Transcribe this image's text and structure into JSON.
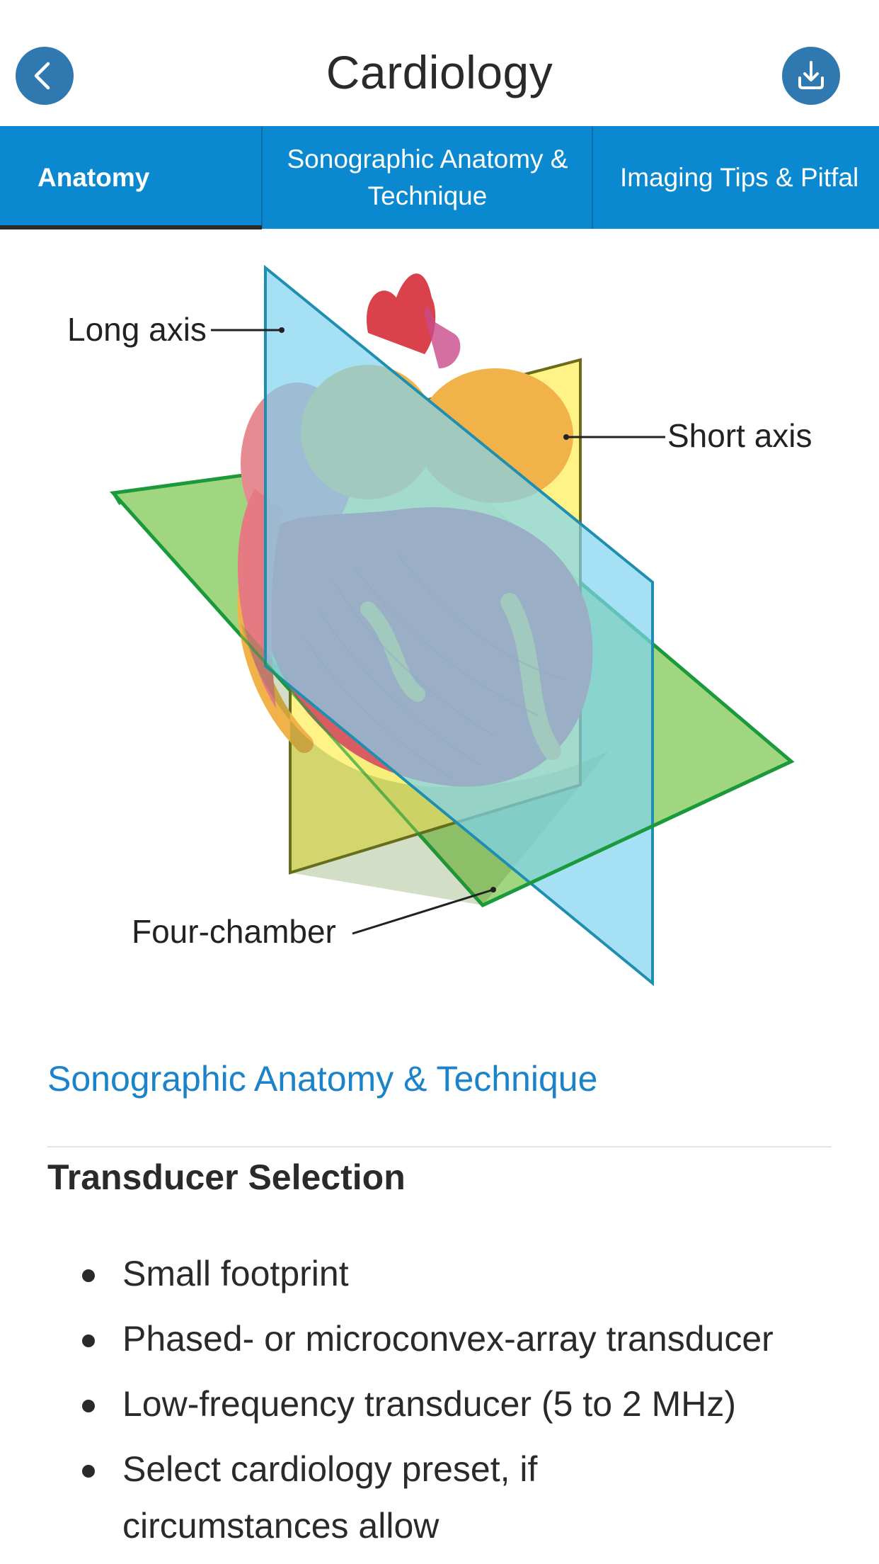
{
  "header": {
    "title": "Cardiology",
    "back_icon": "chevron-left-icon",
    "download_icon": "download-icon",
    "button_color": "#2f78b0"
  },
  "tabs": [
    {
      "label": "Anatomy",
      "active": true
    },
    {
      "label": "Sonographic Anatomy & Technique",
      "active": false
    },
    {
      "label": "Imaging Tips & Pitfal",
      "active": false
    }
  ],
  "tab_bar_color": "#0b89d0",
  "diagram": {
    "labels": {
      "long_axis": "Long axis",
      "short_axis": "Short axis",
      "four_chamber": "Four-chamber"
    },
    "plane_colors": {
      "long_axis": "#7fd3f0",
      "short_axis": "#fff27a",
      "four_chamber": "#8fcf6a"
    }
  },
  "content": {
    "section_link": "Sonographic Anatomy & Technique",
    "heading": "Transducer Selection",
    "bullets": [
      "Small footprint",
      "Phased- or microconvex-array transducer",
      "Low-frequency transducer (5 to 2 MHz)",
      "Select cardiology preset, if circumstances allow"
    ],
    "link_color": "#1b83c9"
  }
}
